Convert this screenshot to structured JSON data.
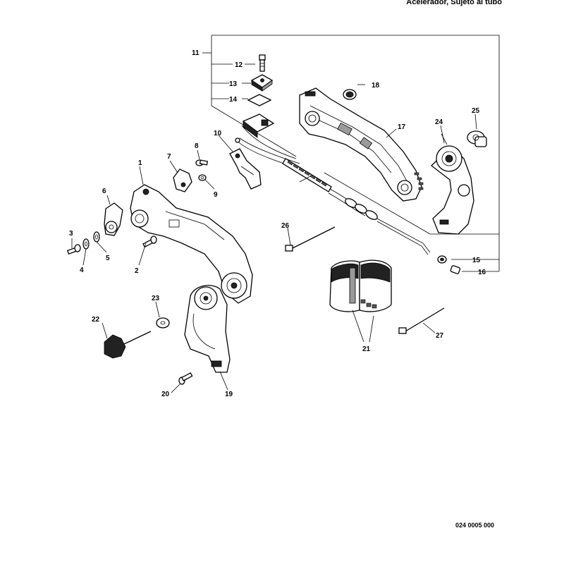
{
  "header": {
    "title": "Acelerador, Sujeto al tubo"
  },
  "footer": {
    "code": "024 0005 000"
  },
  "callouts": {
    "c1": "1",
    "c2": "2",
    "c3": "3",
    "c4": "4",
    "c5": "5",
    "c6": "6",
    "c7": "7",
    "c8": "8",
    "c9": "9",
    "c10": "10",
    "c11": "11",
    "c12": "12",
    "c13": "13",
    "c14": "14",
    "c15": "15",
    "c16": "16",
    "c17": "17",
    "c18": "18",
    "c19": "19",
    "c20": "20",
    "c21": "21",
    "c22": "22",
    "c23": "23",
    "c24": "24",
    "c25": "25",
    "c26": "26",
    "c27": "27"
  }
}
